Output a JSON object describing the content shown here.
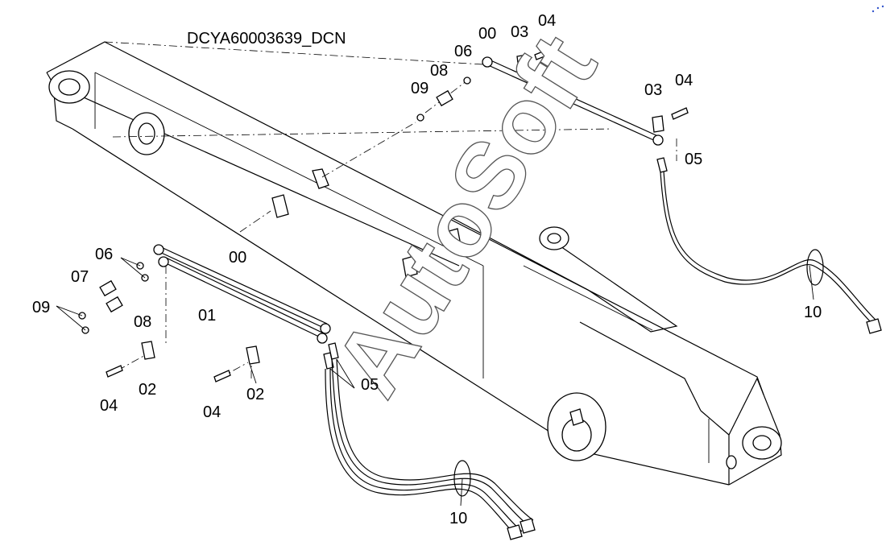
{
  "diagram": {
    "code": "DCYA60003639_DCN",
    "watermark": "AutoSoft",
    "callouts": {
      "c00_top": "00",
      "c03_top": "03",
      "c04_top": "04",
      "c06_top": "06",
      "c08_top": "08",
      "c09_top": "09",
      "c03_right": "03",
      "c04_right": "04",
      "c05_right": "05",
      "c10_right": "10",
      "c06_left": "06",
      "c07_left": "07",
      "c09_left": "09",
      "c08_left": "08",
      "c00_mid": "00",
      "c01_mid": "01",
      "c02_left": "02",
      "c04_left": "04",
      "c02_mid": "02",
      "c04_mid": "04",
      "c05_mid": "05",
      "c10_bottom": "10"
    }
  }
}
